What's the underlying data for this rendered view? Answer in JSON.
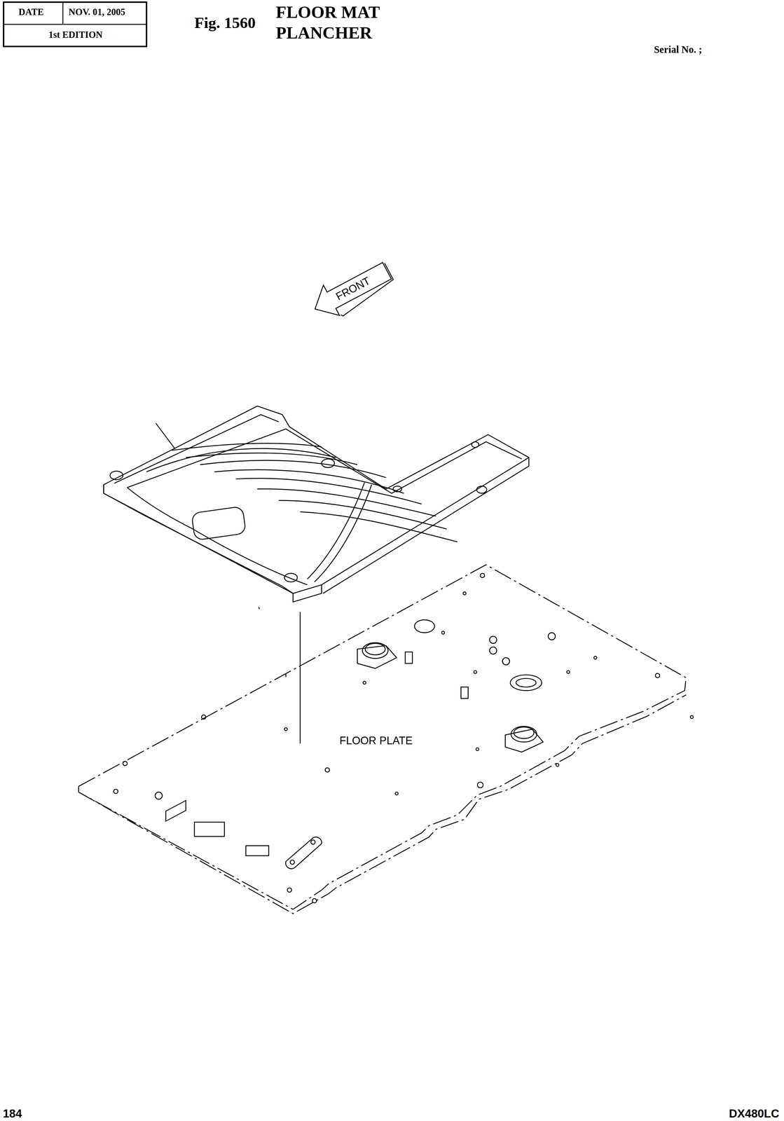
{
  "diagram": {
    "title": "FLOOR MAT PLANCHER",
    "labels": [
      "DATE",
      "NOV. 01, 2005",
      "1st EDITION",
      "Fig. 1560",
      "Serial No. ;",
      "FRONT",
      "FLOOR PLATE",
      "184",
      "DX480LC"
    ]
  }
}
